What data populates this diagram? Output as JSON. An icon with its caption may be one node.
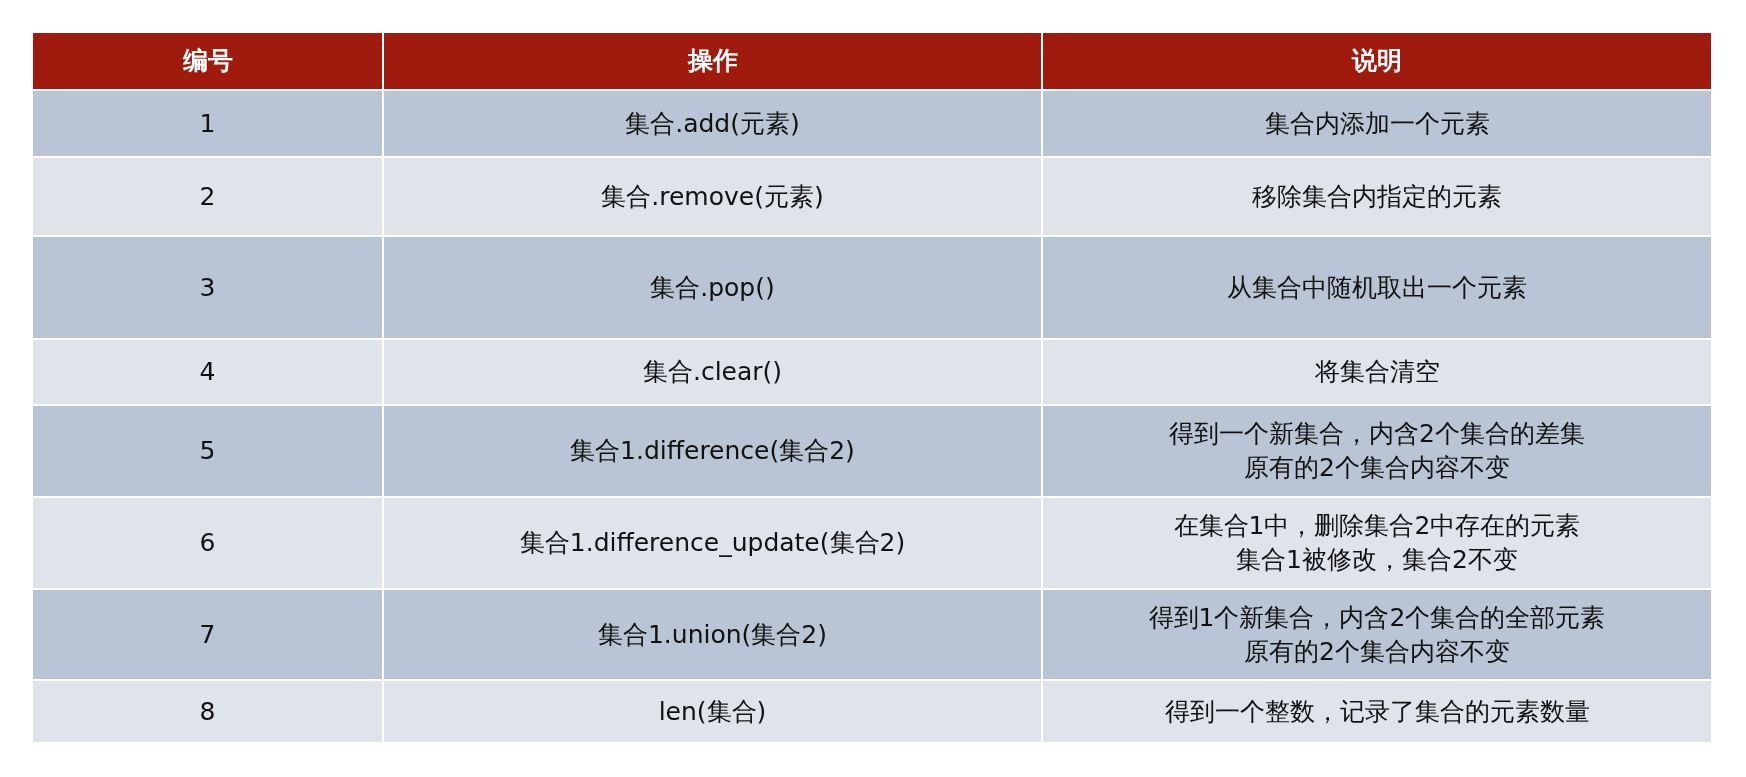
{
  "diagram": {
    "labels": [
      "编号",
      "操作",
      "说明",
      "1",
      "集合.add(元素)",
      "集合内添加一个元素",
      "2",
      "集合.remove(元素)",
      "移除集合内指定的元素",
      "3",
      "集合.pop()",
      "从集合中随机取出一个元素",
      "4",
      "集合.clear()",
      "将集合清空",
      "5",
      "集合1.difference(集合2)",
      "得到一个新集合，内含2个集合的差集原有的2个集合内容不变",
      "6",
      "集合1.difference_update(集合2)",
      "在集合1中，删除集合2中存在的元素集合1被修改，集合2不变",
      "7",
      "集合1.union(集合2)",
      "得到1个新集合，内含2个集合的全部元素原有的2个集合内容不变",
      "8",
      "len(集合)",
      "得到一个整数，记录了集合的元素数量"
    ]
  }
}
